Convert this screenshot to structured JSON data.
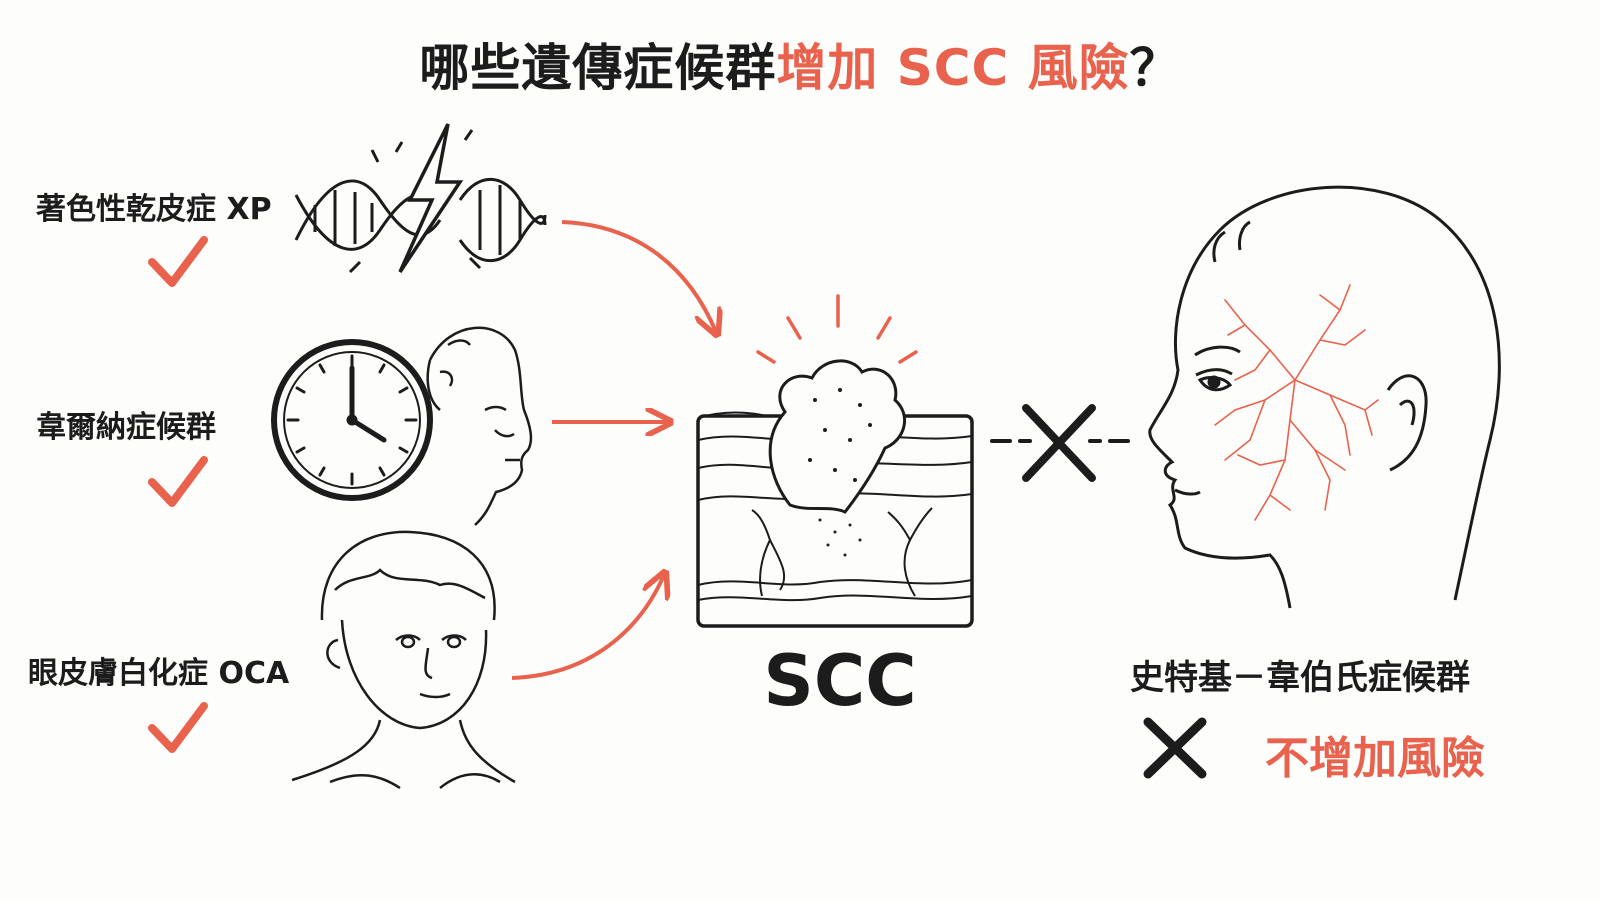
{
  "title": {
    "main": "哪些遺傳症候群",
    "accent": "增加 SCC 風險",
    "end": "？"
  },
  "conditions": [
    {
      "label": "著色性乾皮症 XP",
      "status": "check-icon"
    },
    {
      "label": "韋爾納症候群",
      "status": "check-icon"
    },
    {
      "label": "眼皮膚白化症 OCA",
      "status": "check-icon"
    }
  ],
  "center": {
    "label": "SCC"
  },
  "exception": {
    "label": "史特基－韋伯氏症候群",
    "status_text": "不增加風險",
    "status": "cross-icon"
  },
  "colors": {
    "accent": "#e8624d",
    "ink": "#1c1c1c",
    "background": "#fdfdfb"
  }
}
